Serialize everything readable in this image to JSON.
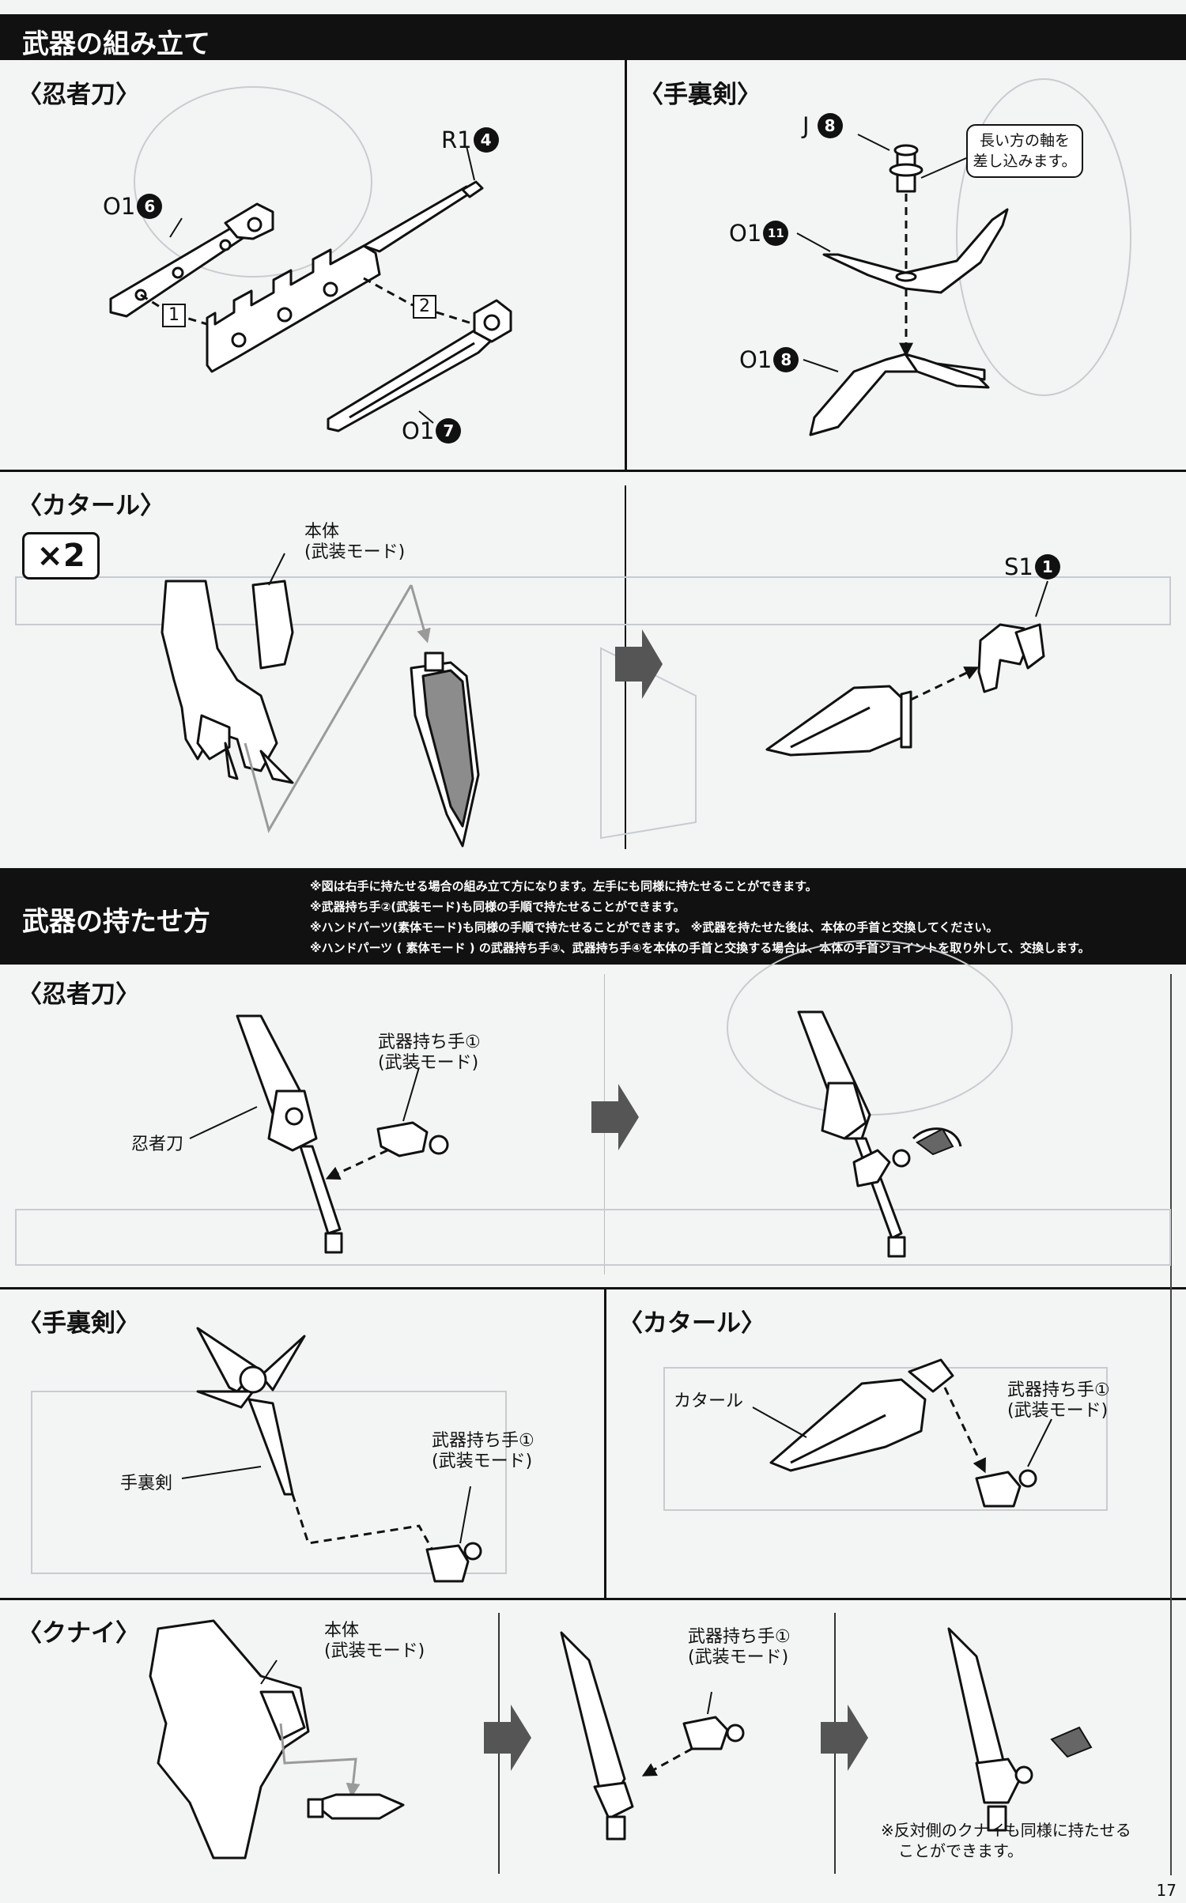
{
  "header": {
    "title": "武器の組み立て"
  },
  "section2_header": {
    "title": "武器の持たせ方",
    "notes": [
      "※図は右手に持たせる場合の組み立て方になります。左手にも同様に持たせることができます。",
      "※武器持ち手②(武装モード)も同様の手順で持たせることができます。",
      "※ハンドパーツ(素体モード)も同様の手順で持たせることができます。 ※武器を持たせた後は、本体の手首と交換してください。",
      "※ハンドパーツ ( 素体モード ) の武器持ち手③、武器持ち手④を本体の手首と交換する場合は、本体の手首ジョイントを取り外して、交換します。"
    ]
  },
  "assembly": {
    "ninjato": {
      "title": "〈忍者刀〉",
      "parts": [
        {
          "label": "R1",
          "num": "4"
        },
        {
          "label": "O1",
          "num": "6"
        },
        {
          "label": "O1",
          "num": "7"
        }
      ],
      "steps": [
        "1",
        "2"
      ]
    },
    "shuriken": {
      "title": "〈手裏剣〉",
      "parts": [
        {
          "label": "J",
          "num": "8"
        },
        {
          "label": "O1",
          "num": "11"
        },
        {
          "label": "O1",
          "num": "8"
        }
      ],
      "callout": [
        "長い方の軸を",
        "差し込みます。"
      ]
    },
    "katar": {
      "title": "〈カタール〉",
      "multiplier": "×2",
      "body_label": [
        "本体",
        "(武装モード)"
      ],
      "parts": [
        {
          "label": "S1",
          "num": "1"
        }
      ]
    }
  },
  "holding": {
    "ninjato": {
      "title": "〈忍者刀〉",
      "weapon_label": "忍者刀",
      "hand_label": [
        "武器持ち手①",
        "(武装モード)"
      ]
    },
    "shuriken": {
      "title": "〈手裏剣〉",
      "weapon_label": "手裏剣",
      "hand_label": [
        "武器持ち手①",
        "(武装モード)"
      ]
    },
    "katar": {
      "title": "〈カタール〉",
      "weapon_label": "カタール",
      "hand_label": [
        "武器持ち手①",
        "(武装モード)"
      ]
    },
    "kunai": {
      "title": "〈クナイ〉",
      "body_label": [
        "本体",
        "(武装モード)"
      ],
      "hand_label": [
        "武器持ち手①",
        "(武装モード)"
      ],
      "note": [
        "※反対側のクナイも同様に持たせる",
        "ことができます。"
      ]
    }
  },
  "page_number": "17"
}
